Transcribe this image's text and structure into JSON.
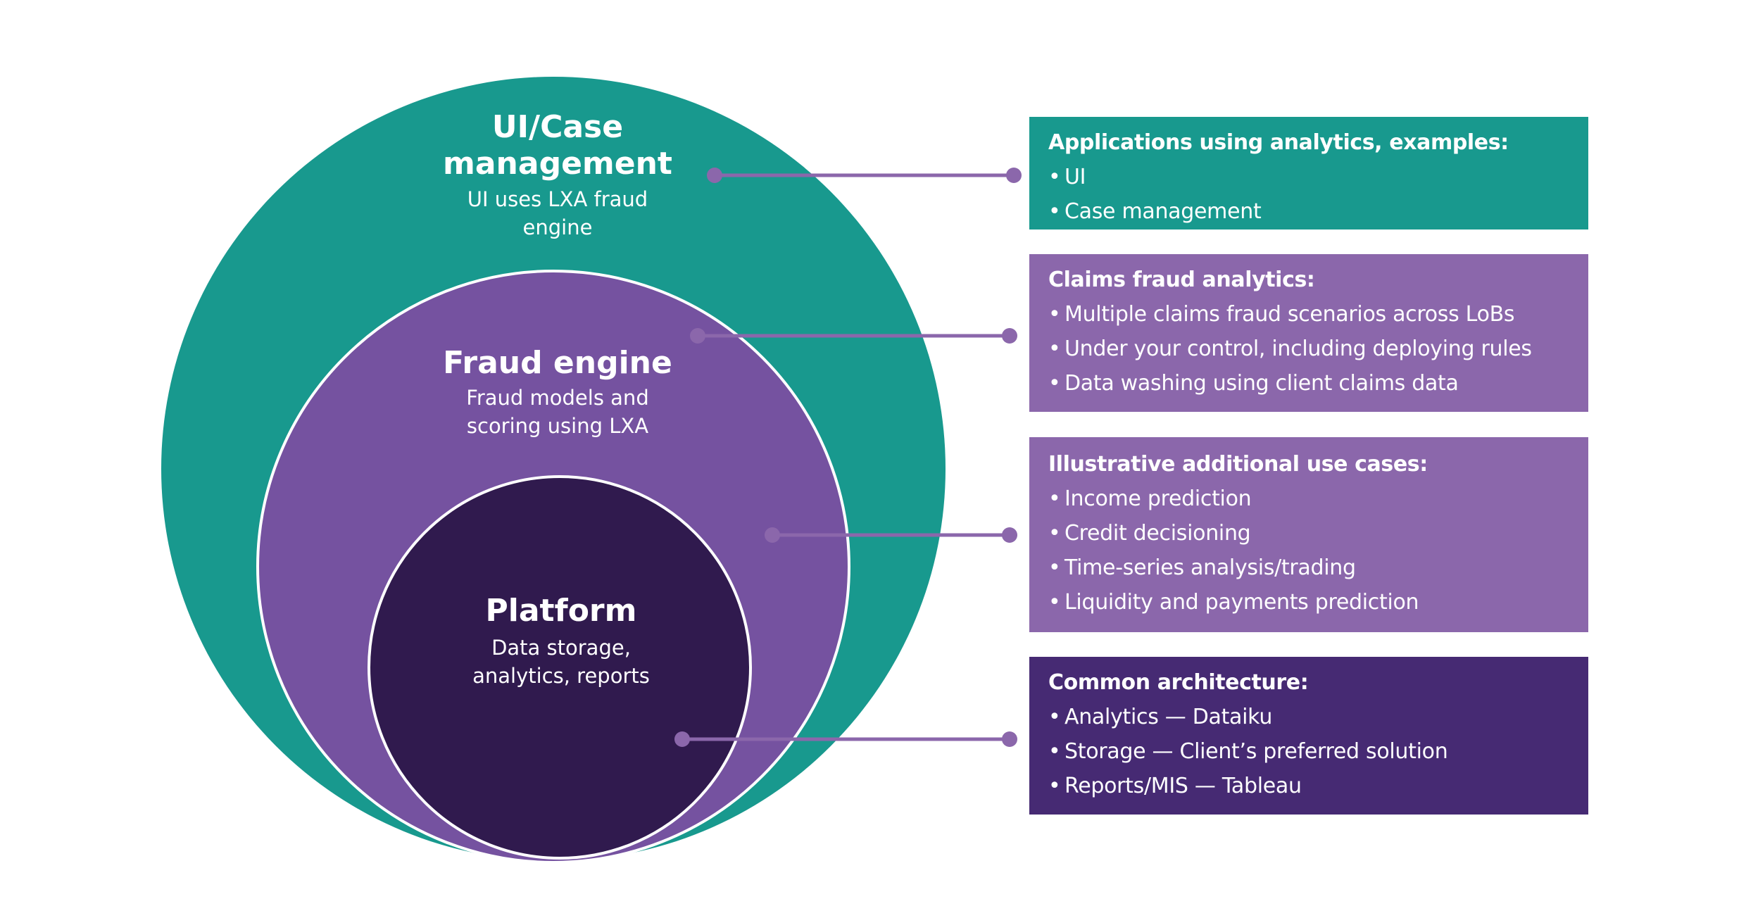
{
  "colors": {
    "outer_circle": "#18998e",
    "middle_circle": "#7552a0",
    "inner_circle": "#301a4e",
    "connector": "#8b67ab",
    "box_teal": "#18998e",
    "box_light_purple": "#8b67ab",
    "box_dark_purple": "#462a73"
  },
  "circles": {
    "outer": {
      "title_lines": [
        "UI/Case",
        "management"
      ],
      "subtitle_lines": [
        "UI uses LXA fraud",
        "engine"
      ]
    },
    "middle": {
      "title_lines": [
        "Fraud engine"
      ],
      "subtitle_lines": [
        "Fraud models and",
        "scoring using LXA"
      ]
    },
    "inner": {
      "title_lines": [
        "Platform"
      ],
      "subtitle_lines": [
        "Data storage,",
        "analytics, reports"
      ]
    }
  },
  "boxes": [
    {
      "heading": "Applications using analytics, examples:",
      "bullet": "•",
      "items": [
        "UI",
        "Case management"
      ]
    },
    {
      "heading": "Claims fraud analytics:",
      "bullet": "•",
      "items": [
        "Multiple claims fraud scenarios across LoBs",
        "Under your control, including deploying rules",
        "Data washing using client claims data"
      ]
    },
    {
      "heading": "Illustrative additional use cases:",
      "bullet": "•",
      "items": [
        "Income prediction",
        "Credit decisioning",
        "Time-series analysis/trading",
        "Liquidity and payments prediction"
      ]
    },
    {
      "heading": "Common architecture:",
      "bullet": "•",
      "items": [
        "Analytics — Dataiku",
        "Storage — Client’s preferred solution",
        "Reports/MIS — Tableau"
      ]
    }
  ]
}
